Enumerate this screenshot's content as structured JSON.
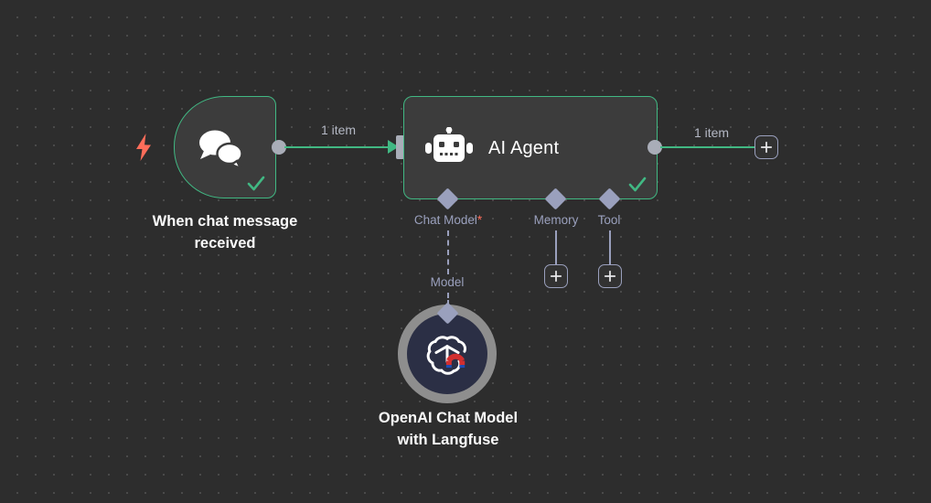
{
  "canvas": {
    "background_color": "#2d2d2d",
    "dot_color": "#4a4a4a",
    "accent_green": "#41b883",
    "accent_orange": "#ff6d5a",
    "port_grey": "#a9adb8",
    "diamond_purple": "#9aa0bd"
  },
  "nodes": {
    "trigger": {
      "title_line1": "When chat message",
      "title_line2": "received",
      "icon": "chat-bubbles-icon",
      "status_icon": "check-icon",
      "trigger_icon": "lightning-bolt-icon"
    },
    "agent": {
      "title": "AI Agent",
      "icon": "robot-icon",
      "status_icon": "check-icon"
    },
    "openai": {
      "title_line1": "OpenAI Chat Model",
      "title_line2": "with Langfuse",
      "icon": "openai-logo-icon",
      "badge_icon": "magnet-icon"
    }
  },
  "connections": {
    "trigger_to_agent_label": "1 item",
    "agent_output_label": "1 item"
  },
  "sub_ports": [
    {
      "label": "Chat Model",
      "required": true,
      "required_marker": "*",
      "connected_label": "Model"
    },
    {
      "label": "Memory",
      "required": false,
      "required_marker": ""
    },
    {
      "label": "Tool",
      "required": false,
      "required_marker": ""
    }
  ],
  "buttons": {
    "add_memory": "+",
    "add_tool": "+",
    "add_next_node": "+"
  }
}
